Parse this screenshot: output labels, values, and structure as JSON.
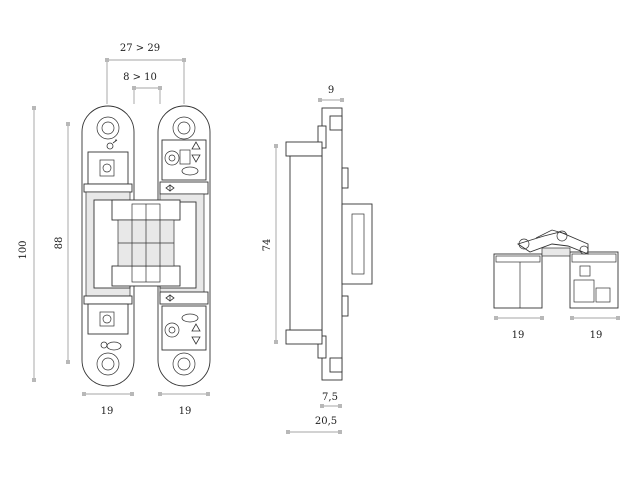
{
  "dimensions": {
    "front_width_range": "27 > 29",
    "front_gap_range": "8 > 10",
    "overall_height": "100",
    "mounting_height": "88",
    "left_leaf_width": "19",
    "right_leaf_width": "19",
    "side_top_depth": "9",
    "side_body_height": "74",
    "side_bottom_offset": "7,5",
    "side_total_depth": "20,5",
    "top_left_width": "19",
    "top_right_width": "19"
  },
  "colors": {
    "dimension_line": "#b8b8b8",
    "outline": "#333333"
  },
  "icons": [
    "adjust-screw-icon",
    "triangle-up-icon",
    "triangle-down-icon",
    "double-arrow-icon",
    "brand-badge-icon"
  ]
}
